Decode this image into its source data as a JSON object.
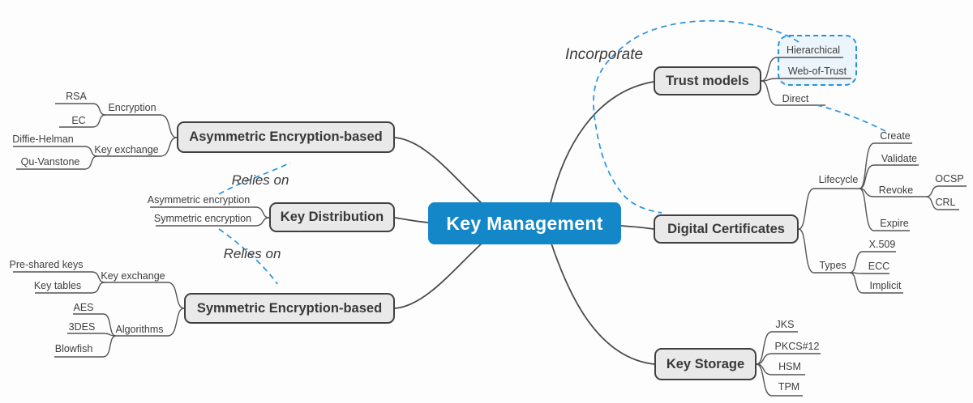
{
  "colors": {
    "center_fill": "#1487c9",
    "topic_fill": "#e9e9e9",
    "topic_border": "#404040",
    "connector_line": "#4a4a4a",
    "relationship_blue": "#2893dd",
    "text": "#3d3d3d"
  },
  "map": {
    "center": {
      "label": "Key Management"
    },
    "left": {
      "asymmetric_encryption_based": {
        "label": "Asymmetric Encryption-based",
        "encryption": {
          "label": "Encryption",
          "rsa": "RSA",
          "ec": "EC"
        },
        "key_exchange": {
          "label": "Key exchange",
          "diffie_helman": "Diffie-Helman",
          "qu_vanstone": "Qu-Vanstone"
        }
      },
      "key_distribution": {
        "label": "Key Distribution",
        "asymmetric_encryption": "Asymmetric encryption",
        "symmetric_encryption": "Symmetric encryption"
      },
      "symmetric_encryption_based": {
        "label": "Symmetric Encryption-based",
        "key_exchange": {
          "label": "Key exchange",
          "pre_shared_keys": "Pre-shared keys",
          "key_tables": "Key tables"
        },
        "algorithms": {
          "label": "Algorithms",
          "aes": "AES",
          "tdes": "3DES",
          "blowfish": "Blowfish"
        }
      }
    },
    "right": {
      "trust_models": {
        "label": "Trust models",
        "hierarchical": "Hierarchical",
        "web_of_trust": "Web-of-Trust",
        "direct": "Direct"
      },
      "digital_certificates": {
        "label": "Digital Certificates",
        "lifecycle": {
          "label": "Lifecycle",
          "create": "Create",
          "validate": "Validate",
          "revoke": {
            "label": "Revoke",
            "ocsp": "OCSP",
            "crl": "CRL"
          },
          "expire": "Expire"
        },
        "types": {
          "label": "Types",
          "x509": "X.509",
          "ecc": "ECC",
          "implicit": "Implicit"
        }
      },
      "key_storage": {
        "label": "Key Storage",
        "jks": "JKS",
        "pkcs12": "PKCS#12",
        "hsm": "HSM",
        "tpm": "TPM"
      }
    }
  },
  "relationships": {
    "relies_on_top": "Relies on",
    "relies_on_bottom": "Relies on",
    "incorporate": "Incorporate"
  }
}
